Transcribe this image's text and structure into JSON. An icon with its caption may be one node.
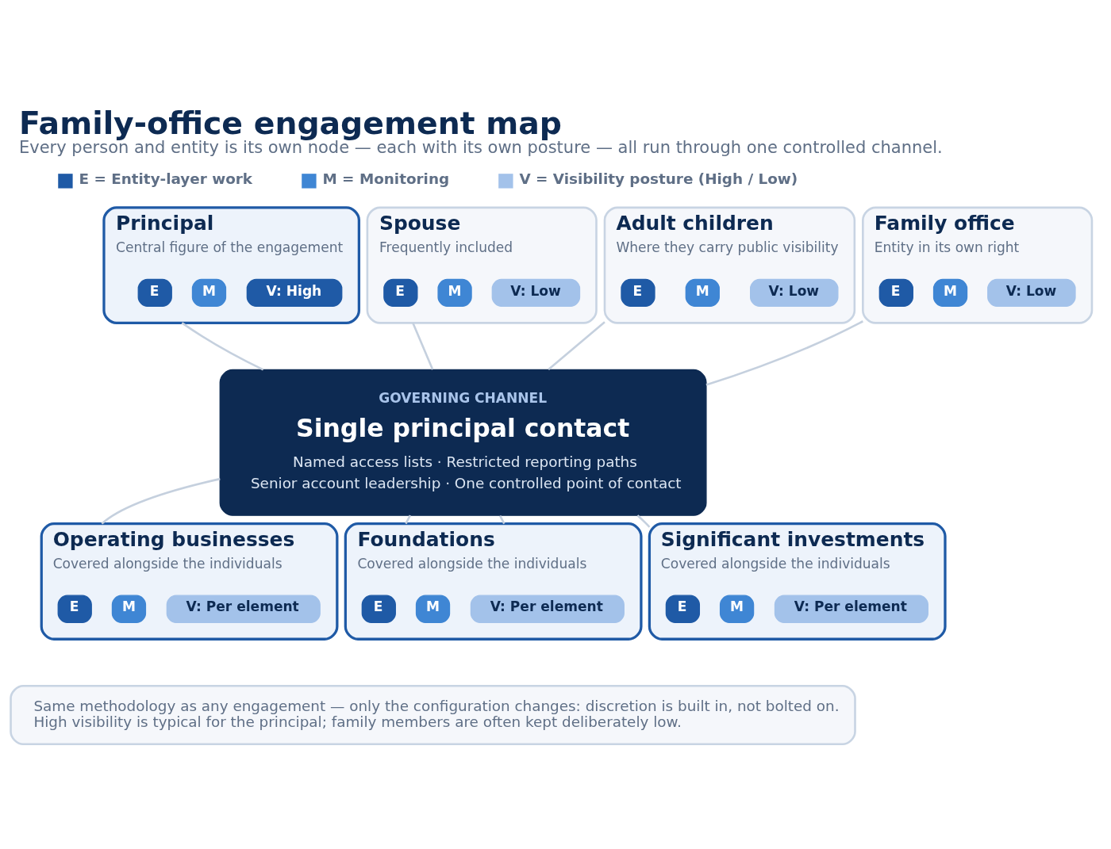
{
  "diagram": {
    "title": "Family-office engagement map",
    "caption": "Every person and entity is its own node — each with its own posture — all run through one controlled channel.",
    "nodes": [
      {
        "text": [
          "Principal",
          "Central figure of the engagement"
        ]
      },
      {
        "text": [
          "E"
        ],
        "in": 0
      },
      {
        "text": [
          "M"
        ],
        "in": 0
      },
      {
        "text": [
          "V: High"
        ],
        "in": 0
      },
      {
        "text": [
          "Spouse",
          "Frequently included"
        ]
      },
      {
        "text": [
          "E"
        ],
        "in": 4
      },
      {
        "text": [
          "M"
        ],
        "in": 4
      },
      {
        "text": [
          "V: Low"
        ],
        "in": 4
      },
      {
        "text": [
          "Adult children",
          "Where they carry public visibility"
        ]
      },
      {
        "text": [
          "E"
        ],
        "in": 8
      },
      {
        "text": [
          "M"
        ],
        "in": 8
      },
      {
        "text": [
          "V: Low"
        ],
        "in": 8
      },
      {
        "text": [
          "Family office",
          "Entity in its own right"
        ]
      },
      {
        "text": [
          "E"
        ],
        "in": 12
      },
      {
        "text": [
          "M"
        ],
        "in": 12
      },
      {
        "text": [
          "V: Low"
        ],
        "in": 12
      },
      {
        "text": [
          "GOVERNING CHANNEL",
          "Single principal contact",
          "Named access lists · Restricted reporting paths",
          "Senior account leadership · One controlled point of contact"
        ]
      },
      {
        "text": [
          "Operating businesses",
          "Covered alongside the individuals"
        ]
      },
      {
        "text": [
          "E"
        ],
        "in": 17
      },
      {
        "text": [
          "M"
        ],
        "in": 17
      },
      {
        "text": [
          "V: Per element"
        ],
        "in": 17
      },
      {
        "text": [
          "Foundations",
          "Covered alongside the individuals"
        ]
      },
      {
        "text": [
          "E"
        ],
        "in": 21
      },
      {
        "text": [
          "M"
        ],
        "in": 21
      },
      {
        "text": [
          "V: Per element"
        ],
        "in": 21
      },
      {
        "text": [
          "Significant investments",
          "Covered alongside the individuals"
        ]
      },
      {
        "text": [
          "E"
        ],
        "in": 25
      },
      {
        "text": [
          "M"
        ],
        "in": 25
      },
      {
        "text": [
          "V: Per element"
        ],
        "in": 25
      },
      {
        "text": [
          "Same methodology as any engagement — only the configuration changes: discretion is built in, not bolted on. High visibility is typical for the principal; family members are often kept deliberately low."
        ]
      }
    ],
    "edges": [
      {
        "from": 0,
        "to": 16,
        "arrow": "none"
      },
      {
        "from": 4,
        "to": 16,
        "arrow": "none"
      },
      {
        "from": 8,
        "to": 16,
        "arrow": "none"
      },
      {
        "from": 12,
        "to": 16,
        "arrow": "none"
      },
      {
        "from": 16,
        "to": 17,
        "arrow": "none"
      },
      {
        "from": 16,
        "to": 21,
        "arrow": "none"
      },
      {
        "from": 16,
        "to": 21,
        "arrow": "none"
      },
      {
        "from": 16,
        "to": 25,
        "arrow": "none"
      }
    ],
    "legend": [
      {
        "text": "E = Entity-layer work",
        "color": "#1f5aa6"
      },
      {
        "text": "M = Monitoring",
        "color": "#3f86d4"
      },
      {
        "text": "V = Visibility posture (High / Low)",
        "color": "#a3c2ea"
      }
    ]
  }
}
